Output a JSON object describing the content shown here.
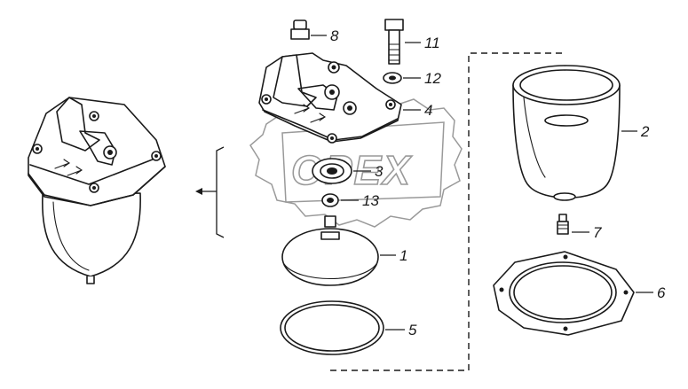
{
  "watermark": {
    "text": "OPEX",
    "color": "#9a9a9a"
  },
  "ink_color": "#1a1a1a",
  "callouts": [
    {
      "id": "1",
      "part": "filter-element"
    },
    {
      "id": "2",
      "part": "filter-bowl"
    },
    {
      "id": "3",
      "part": "seal-ring"
    },
    {
      "id": "4",
      "part": "filter-head"
    },
    {
      "id": "5",
      "part": "gasket-ring"
    },
    {
      "id": "6",
      "part": "bowl-flange-ring"
    },
    {
      "id": "7",
      "part": "drain-plug"
    },
    {
      "id": "8",
      "part": "plug"
    },
    {
      "id": "11",
      "part": "bolt"
    },
    {
      "id": "12",
      "part": "washer"
    },
    {
      "id": "13",
      "part": "nut"
    }
  ]
}
